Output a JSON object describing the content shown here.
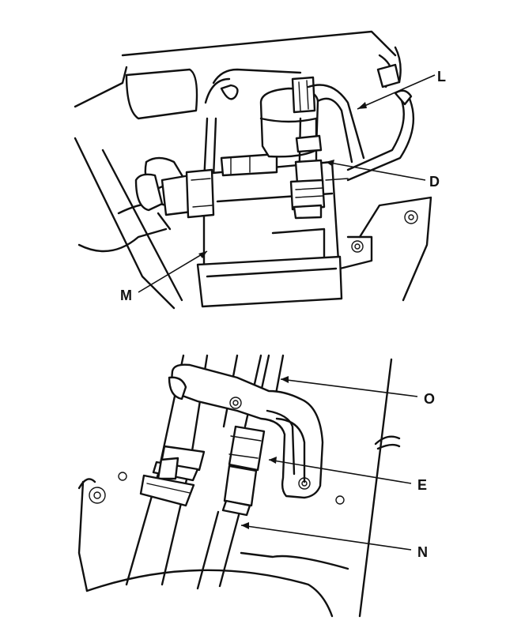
{
  "callouts": {
    "L": "L",
    "D": "D",
    "M": "M",
    "O": "O",
    "E": "E",
    "N": "N"
  }
}
